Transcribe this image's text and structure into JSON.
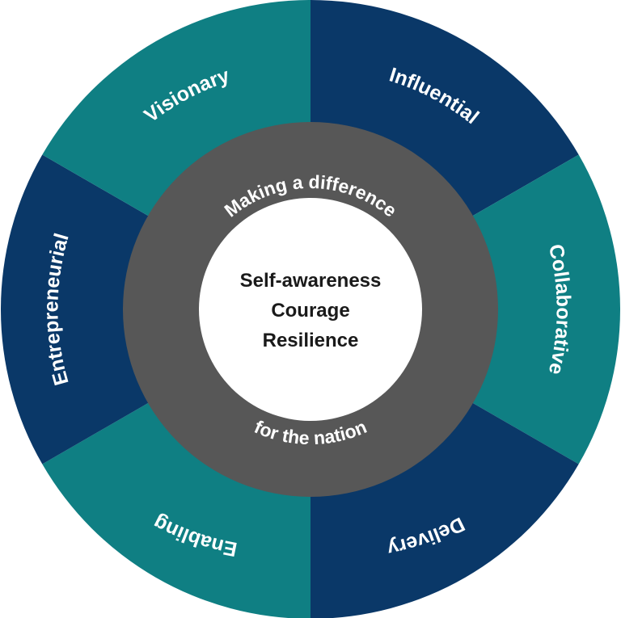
{
  "colors": {
    "teal": "#0f7f83",
    "navy": "#0a3868",
    "ring": "#575757",
    "core": "#ffffff",
    "label": "#ffffff",
    "core_text": "#1a1a1a"
  },
  "segments": [
    {
      "label": "Influential",
      "color": "navy"
    },
    {
      "label": "Collaborative",
      "color": "teal"
    },
    {
      "label": "Delivery",
      "color": "navy"
    },
    {
      "label": "Enabling",
      "color": "teal"
    },
    {
      "label": "Entrepreneurial",
      "color": "navy"
    },
    {
      "label": "Visionary",
      "color": "teal"
    }
  ],
  "ring": {
    "top_text": "Making a difference",
    "bottom_text": "for the nation"
  },
  "core": {
    "lines": [
      "Self-awareness",
      "Courage",
      "Resilience"
    ]
  }
}
